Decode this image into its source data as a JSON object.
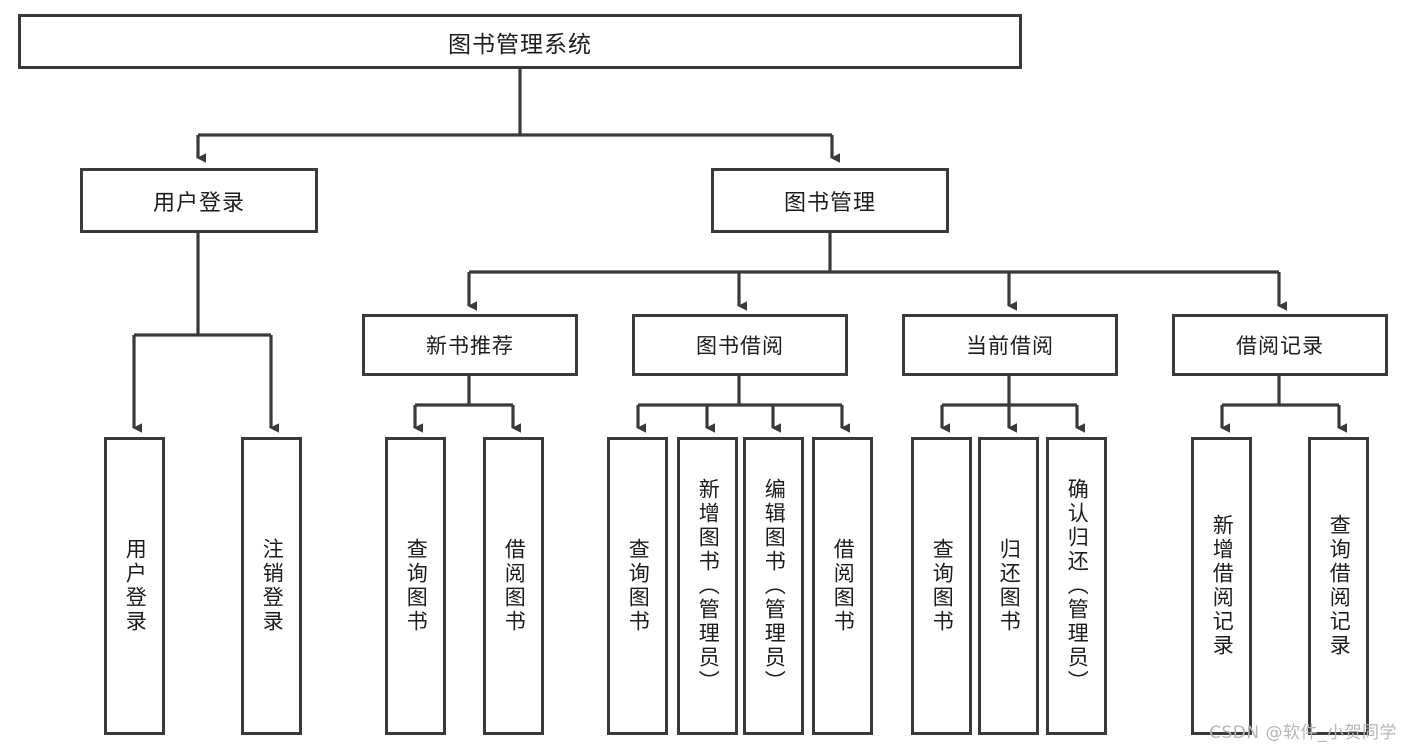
{
  "diagram": {
    "title": "图书管理系统",
    "type": "functional-structure-tree",
    "root": {
      "label": "图书管理系统"
    },
    "level2": [
      {
        "label": "用户登录"
      },
      {
        "label": "图书管理"
      }
    ],
    "level3": [
      {
        "label": "新书推荐"
      },
      {
        "label": "图书借阅"
      },
      {
        "label": "当前借阅"
      },
      {
        "label": "借阅记录"
      }
    ],
    "leaves": {
      "user_login": [
        {
          "label": "用户登录"
        },
        {
          "label": "注销登录"
        }
      ],
      "new_book_recommend": [
        {
          "label": "查询图书"
        },
        {
          "label": "借阅图书"
        }
      ],
      "book_borrow": [
        {
          "label": "查询图书"
        },
        {
          "label": "新增图书（管理员）"
        },
        {
          "label": "编辑图书（管理员）"
        },
        {
          "label": "借阅图书"
        }
      ],
      "current_borrow": [
        {
          "label": "查询图书"
        },
        {
          "label": "归还图书"
        },
        {
          "label": "确认归还（管理员）"
        }
      ],
      "borrow_record": [
        {
          "label": "新增借阅记录"
        },
        {
          "label": "查询借阅记录"
        }
      ]
    }
  },
  "watermark": {
    "text": "CSDN @软件_小贺同学"
  },
  "colors": {
    "border": "#3a3a3a",
    "background": "#ffffff",
    "text": "#1c1c1c",
    "watermark": "#b6b6b6"
  }
}
